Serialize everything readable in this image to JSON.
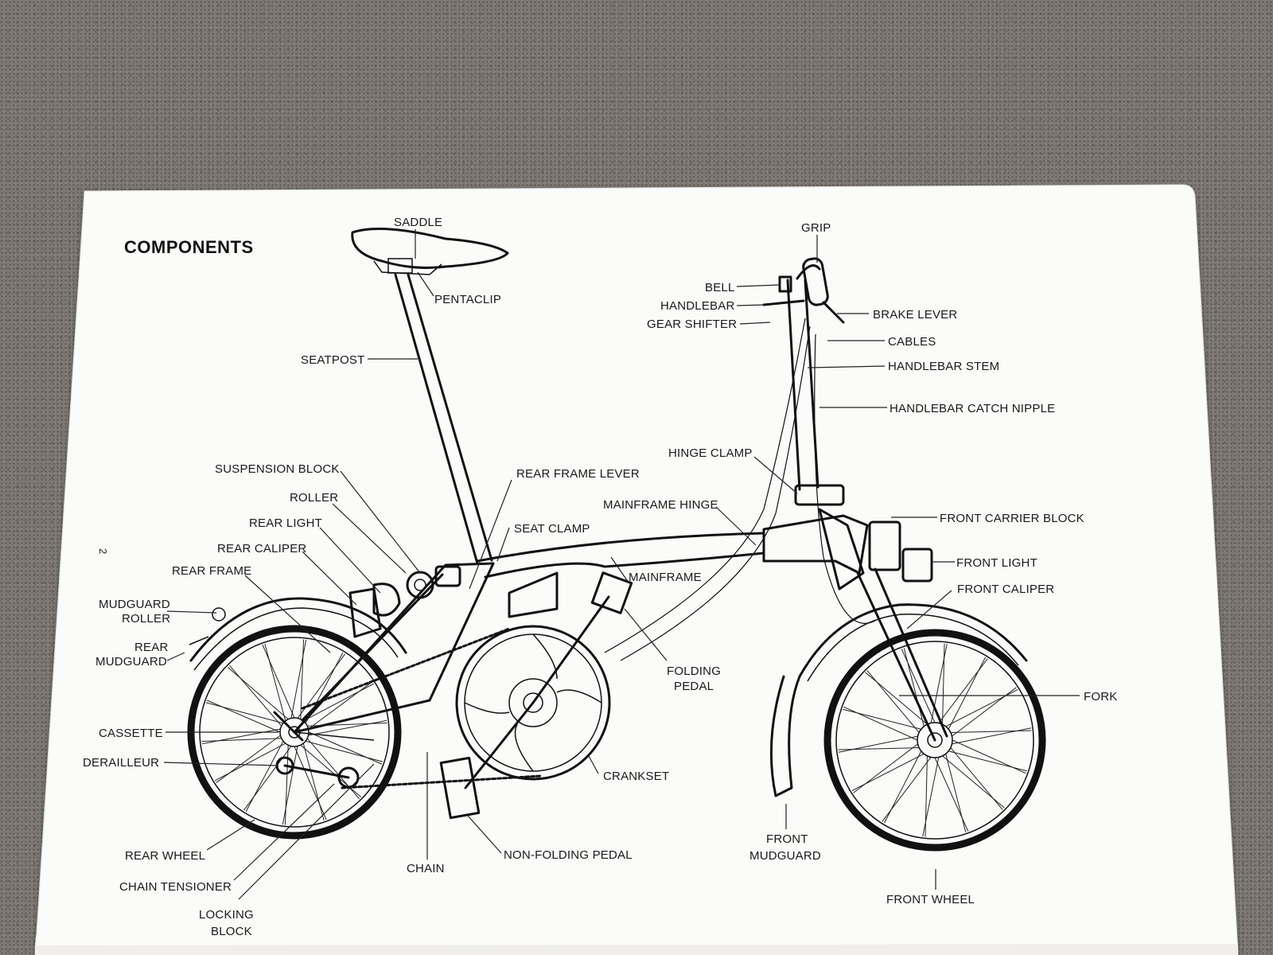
{
  "document": {
    "title": "COMPONENTS",
    "page_number": "2",
    "colors": {
      "paper": "#fbfbf9",
      "ink": "#111111",
      "carpet": "#7d7873"
    }
  },
  "labels": {
    "saddle": "SADDLE",
    "pentaclip": "PENTACLIP",
    "seatpost": "SEATPOST",
    "suspension_block": "SUSPENSION BLOCK",
    "roller": "ROLLER",
    "rear_light": "REAR LIGHT",
    "rear_caliper": "REAR CALIPER",
    "rear_frame": "REAR FRAME",
    "mudguard_roller_1": "MUDGUARD",
    "mudguard_roller_2": "ROLLER",
    "rear_mudguard_1": "REAR",
    "rear_mudguard_2": "MUDGUARD",
    "cassette": "CASSETTE",
    "derailleur": "DERAILLEUR",
    "rear_wheel": "REAR WHEEL",
    "chain_tensioner": "CHAIN TENSIONER",
    "locking_block_1": "LOCKING",
    "locking_block_2": "BLOCK",
    "chain": "CHAIN",
    "non_folding_pedal": "NON-FOLDING PEDAL",
    "crankset": "CRANKSET",
    "folding_pedal_1": "FOLDING",
    "folding_pedal_2": "PEDAL",
    "mainframe": "MAINFRAME",
    "seat_clamp": "SEAT CLAMP",
    "rear_frame_lever": "REAR FRAME LEVER",
    "mainframe_hinge": "MAINFRAME HINGE",
    "hinge_clamp": "HINGE CLAMP",
    "grip": "GRIP",
    "bell": "BELL",
    "handlebar": "HANDLEBAR",
    "gear_shifter": "GEAR SHIFTER",
    "brake_lever": "BRAKE LEVER",
    "cables": "CABLES",
    "handlebar_stem": "HANDLEBAR STEM",
    "handlebar_catch_nipple": "HANDLEBAR CATCH NIPPLE",
    "front_carrier_block": "FRONT CARRIER BLOCK",
    "front_light": "FRONT LIGHT",
    "front_caliper": "FRONT CALIPER",
    "fork": "FORK",
    "front_mudguard_1": "FRONT",
    "front_mudguard_2": "MUDGUARD",
    "front_wheel": "FRONT WHEEL"
  }
}
